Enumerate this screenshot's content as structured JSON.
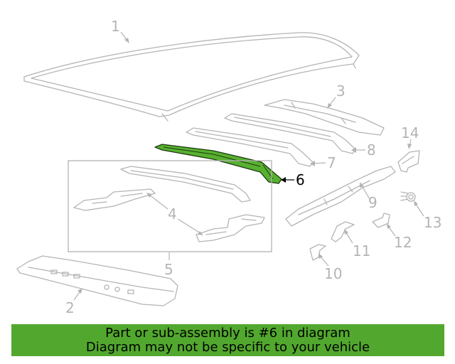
{
  "callouts": {
    "c1": "1",
    "c2": "2",
    "c3": "3",
    "c4": "4",
    "c5": "5",
    "c6": "6",
    "c7": "7",
    "c8": "8",
    "c9": "9",
    "c10": "10",
    "c11": "11",
    "c12": "12",
    "c13": "13",
    "c14": "14"
  },
  "highlighted_part": "6",
  "colors": {
    "highlight": "#58b030",
    "banner": "#52a82e",
    "line_art": "#b4b4b4"
  },
  "banner": {
    "line1": "Part or sub-assembly is #6 in diagram",
    "line2": "Diagram may not be specific to your vehicle"
  }
}
